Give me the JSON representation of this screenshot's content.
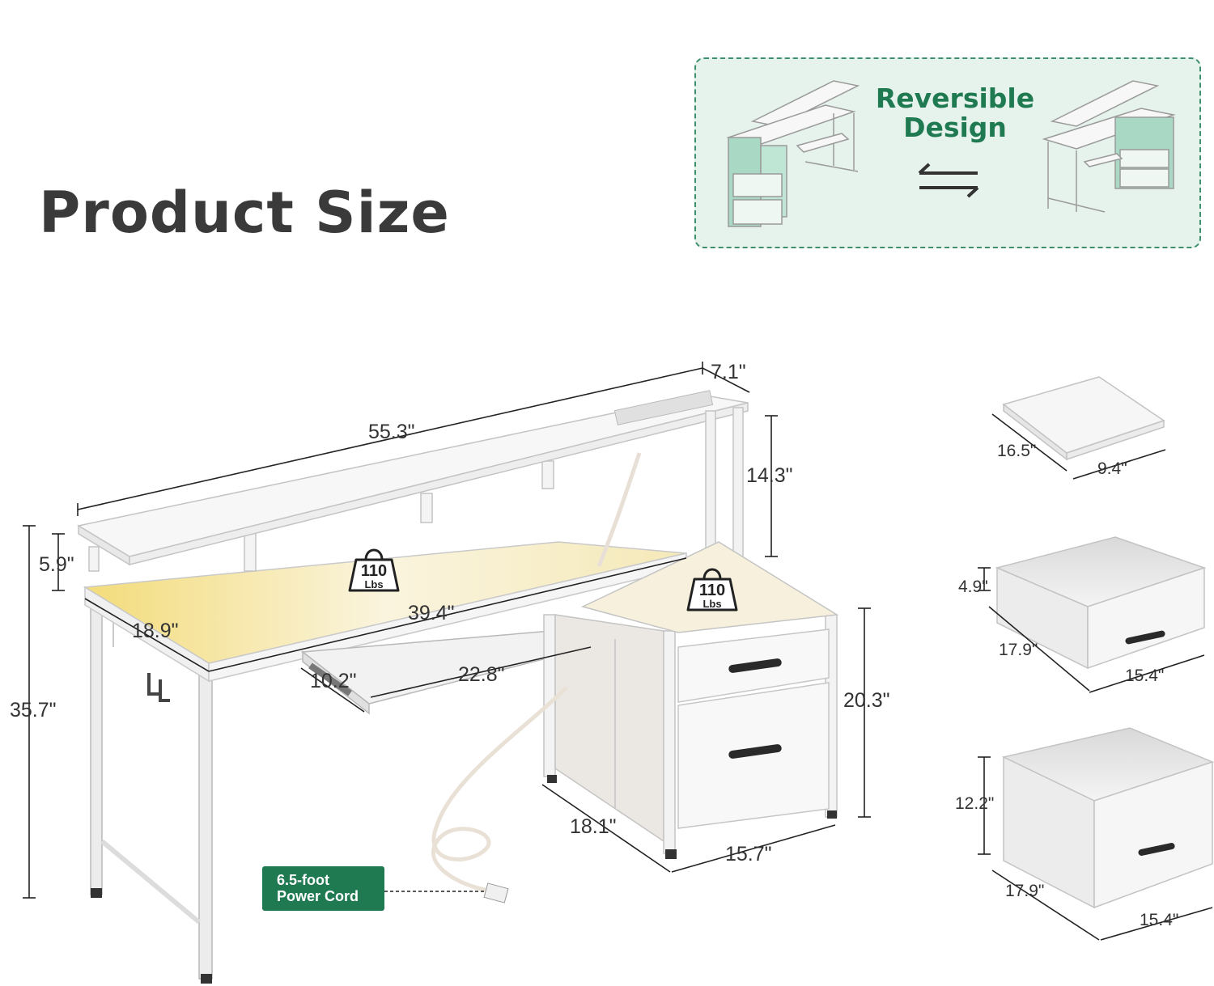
{
  "page_title": "Product Size",
  "reversible": {
    "line1": "Reversible",
    "line2": "Design"
  },
  "weight_badges": [
    {
      "value": "110",
      "unit": "Lbs"
    },
    {
      "value": "110",
      "unit": "Lbs"
    }
  ],
  "power_cord": {
    "line1": "6.5-foot",
    "line2": "Power Cord"
  },
  "dimensions": {
    "desk_width": "55.3\"",
    "shelf_depth": "7.1\"",
    "shelf_height": "14.3\"",
    "riser_height": "5.9\"",
    "desk_depth": "18.9\"",
    "desktop_length": "39.4\"",
    "total_height": "35.7\"",
    "keyboard_depth": "10.2\"",
    "keyboard_width": "22.8\"",
    "cabinet_height": "20.3\"",
    "cabinet_depth": "18.1\"",
    "cabinet_width": "15.7\"",
    "tray_depth": "16.5\"",
    "tray_width": "9.4\"",
    "small_drawer_height": "4.9\"",
    "small_drawer_depth": "17.9\"",
    "small_drawer_width": "15.4\"",
    "large_drawer_height": "12.2\"",
    "large_drawer_depth": "17.9\"",
    "large_drawer_width": "15.4\""
  },
  "colors": {
    "brand_green": "#1f7a52",
    "box_bg": "#e6f2ec",
    "led_glow": "#f3dc7a"
  }
}
